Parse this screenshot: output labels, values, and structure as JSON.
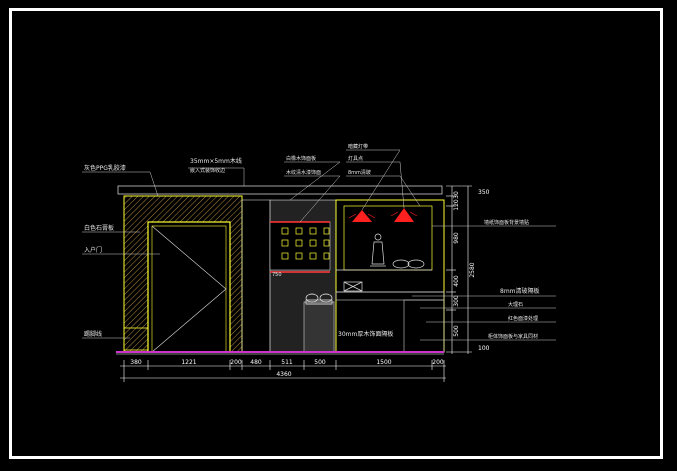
{
  "labels": {
    "left_top": "灰色PPG乳胶漆",
    "left_mid1": "白色石膏板",
    "left_mid2": "入户门",
    "left_bottom": "踢脚线",
    "top_mid": "35mm×5mm木线",
    "top_mid_sub": "嵌入式装饰收边",
    "top_mid2": "白橡木饰面板",
    "top_mid2_sub": "木纹清水漆饰面",
    "top_right1": "暗藏灯带",
    "top_right2": "灯具点",
    "top_right3": "8mm清玻",
    "right1": "墙纸饰面板背景墙贴",
    "right2": "8mm清玻隔板",
    "right3": "大理石",
    "right4": "红色面漆处理",
    "right5": "柜体饰面板与家具同材",
    "wall_mark": "750",
    "shelf_note": "30mm厚木饰面隔板"
  },
  "dimensions_bottom": [
    "380",
    "1221",
    "200",
    "480",
    "511",
    "500",
    "1500",
    "200"
  ],
  "dimension_total": "4360",
  "dimensions_right": [
    "120",
    "980",
    "400",
    "300",
    "500"
  ],
  "dimension_right_total": "2580",
  "dimension_right_top": "30",
  "dimension_top_extra": "350",
  "dimension_right_bottom": "100",
  "colors": {
    "background": "#000000",
    "frame": "#ffffff",
    "wall_outline": "#ffff33",
    "hatch": "#cc9933",
    "floor": "#cc33cc",
    "red": "#ff2020",
    "line_white": "#ffffff",
    "leader": "#cccccc"
  }
}
